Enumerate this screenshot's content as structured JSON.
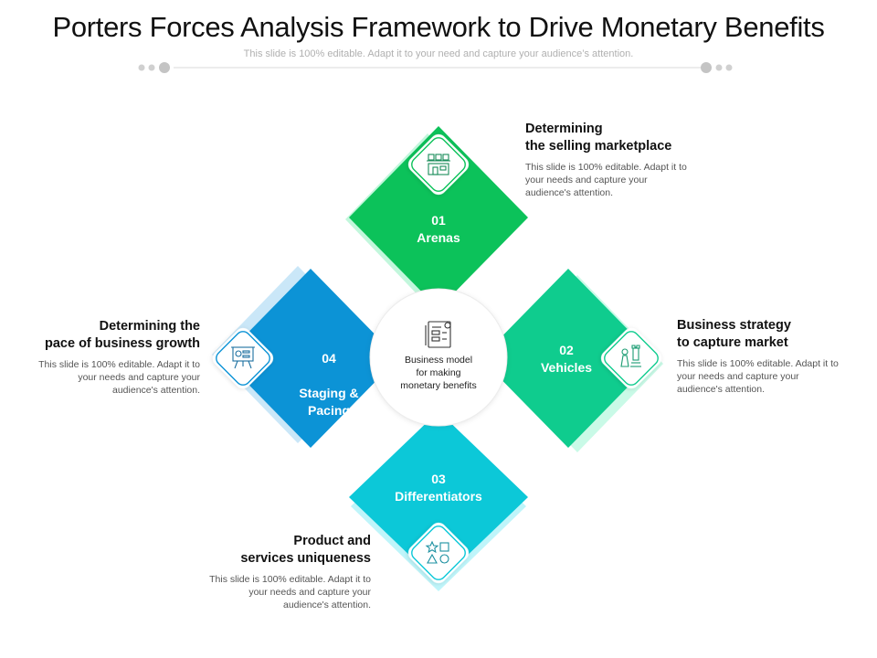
{
  "header": {
    "title": "Porters Forces Analysis Framework to Drive Monetary Benefits",
    "subtitle": "This  slide is 100% editable. Adapt it to your need and capture your audience’s attention."
  },
  "center": {
    "icon": "business-model-icon",
    "text": "Business model\nfor making\nmonetary benefits"
  },
  "forces": [
    {
      "number": "01",
      "name": "Arenas",
      "color": "#0cc25a",
      "glow": "#8ff0c0",
      "icon": "shop-icon",
      "heading": "Determining\nthe selling marketplace",
      "description": "This slide is 100% editable. Adapt it to\nyour needs and capture your\naudience's attention."
    },
    {
      "number": "02",
      "name": "Vehicles",
      "color": "#0fcc8e",
      "glow": "#9df5d4",
      "icon": "chess-strategy-icon",
      "heading": "Business strategy\nto capture market",
      "description": "This slide is 100% editable. Adapt it to\nyour needs and capture your\naudience's attention."
    },
    {
      "number": "03",
      "name": "Differentiators",
      "color": "#0cc8d8",
      "glow": "#8aecf5",
      "icon": "shapes-icon",
      "heading": "Product and\nservices uniqueness",
      "description": "This slide is 100% editable. Adapt it to\nyour needs and capture your\naudience's attention."
    },
    {
      "number": "04",
      "name": "Staging &\nPacing",
      "color": "#0c93d6",
      "glow": "#9fd4f3",
      "icon": "presentation-board-icon",
      "heading": "Determining the\npace of business growth",
      "description": "This slide is 100% editable. Adapt it to\nyour needs and capture your\naudience's attention."
    }
  ]
}
